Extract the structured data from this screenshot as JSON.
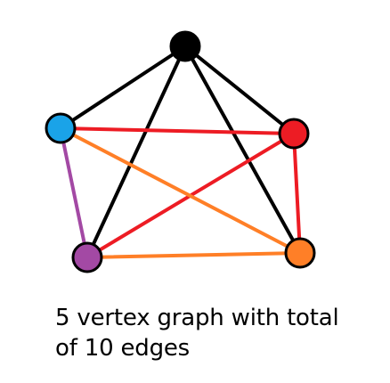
{
  "caption": {
    "line1": "5 vertex graph with total",
    "line2": "of 10 edges"
  },
  "graph": {
    "vertices": [
      {
        "id": "top",
        "color": "#000000"
      },
      {
        "id": "left",
        "color": "#1aa3e8"
      },
      {
        "id": "right",
        "color": "#ed1c24"
      },
      {
        "id": "bottom-left",
        "color": "#a349a4"
      },
      {
        "id": "bottom-right",
        "color": "#ff7f27"
      }
    ],
    "edges": [
      {
        "from": "top",
        "to": "left",
        "color": "#000000"
      },
      {
        "from": "top",
        "to": "right",
        "color": "#000000"
      },
      {
        "from": "top",
        "to": "bottom-left",
        "color": "#000000"
      },
      {
        "from": "top",
        "to": "bottom-right",
        "color": "#000000"
      },
      {
        "from": "left",
        "to": "right",
        "color": "#ed1c24"
      },
      {
        "from": "right",
        "to": "bottom-left",
        "color": "#ed1c24"
      },
      {
        "from": "right",
        "to": "bottom-right",
        "color": "#ed1c24"
      },
      {
        "from": "left",
        "to": "bottom-right",
        "color": "#ff7f27"
      },
      {
        "from": "bottom-left",
        "to": "bottom-right",
        "color": "#ff7f27"
      },
      {
        "from": "left",
        "to": "bottom-left",
        "color": "#a349a4"
      }
    ]
  }
}
